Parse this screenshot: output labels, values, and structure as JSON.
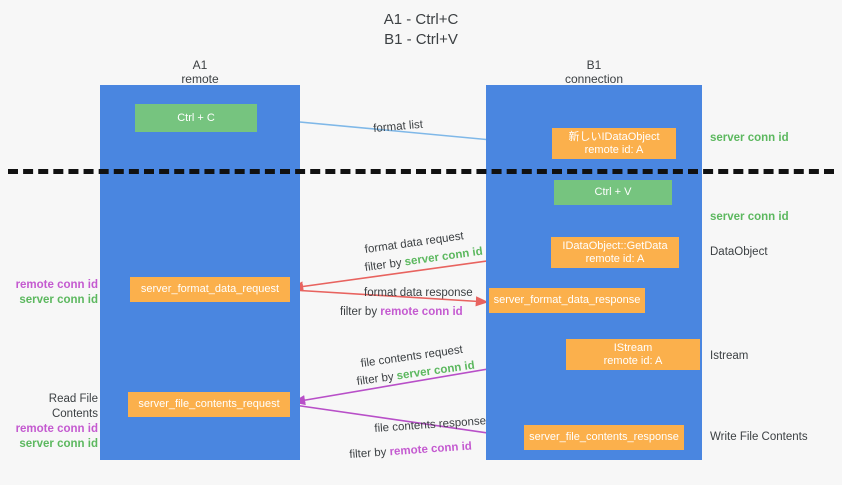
{
  "title": {
    "line1": "A1 - Ctrl+C",
    "line2": "B1 - Ctrl+V"
  },
  "columns": [
    {
      "name": "A1",
      "sub": "remote"
    },
    {
      "name": "B1",
      "sub": "connection"
    }
  ],
  "colors": {
    "lane": "#4a86e0",
    "green_box": "#76c47f",
    "orange_box": "#fbb04c",
    "server_conn_id": "#5cb85f",
    "remote_conn_id": "#c45ad0",
    "arrow_blue": "#7fb8e8",
    "arrow_black": "#111111",
    "arrow_red": "#e8635f",
    "arrow_purple": "#b84fc8",
    "divider": "#111111",
    "background": "#f7f7f7"
  },
  "boxes": {
    "ctrl_c": {
      "label": "Ctrl + C"
    },
    "ctrl_v": {
      "label": "Ctrl + V"
    },
    "idataobject_new": {
      "line1": "新しいIDataObject",
      "line2": "remote id: A"
    },
    "idataobject_getdata": {
      "line1": "IDataObject::GetData",
      "line2": "remote id: A"
    },
    "istream": {
      "line1": "IStream",
      "line2": "remote id: A"
    },
    "server_format_data_request": {
      "label": "server_format_data_request"
    },
    "server_format_data_response": {
      "label": "server_format_data_response"
    },
    "server_file_contents_request": {
      "label": "server_file_contents_request"
    },
    "server_file_contents_response": {
      "label": "server_file_contents_response"
    }
  },
  "right_labels": [
    {
      "text": "server conn id",
      "style": "green"
    },
    {
      "text": "server conn id",
      "style": "green"
    },
    {
      "text": "DataObject",
      "style": "plain"
    },
    {
      "text": "Istream",
      "style": "plain"
    },
    {
      "text": "Write File Contents",
      "style": "plain"
    }
  ],
  "left_labels": {
    "group1_remote": "remote conn id",
    "group1_server": "server conn id",
    "read_file_contents": "Read File Contents",
    "group2_remote": "remote conn id",
    "group2_server": "server conn id"
  },
  "edges": {
    "format_list": "format list",
    "format_data_request": "format data request",
    "format_data_request_filter_prefix": "filter by ",
    "format_data_request_filter_value": "server conn id",
    "format_data_response": "format data response",
    "format_data_response_filter_prefix": "filter by ",
    "format_data_response_filter_value": "remote conn id",
    "file_contents_request": "file contents request",
    "file_contents_request_filter_prefix": "filter by ",
    "file_contents_request_filter_value": "server conn id",
    "file_contents_response": "file contents response",
    "file_contents_response_filter_prefix": "filter by ",
    "file_contents_response_filter_value": "remote conn id"
  }
}
